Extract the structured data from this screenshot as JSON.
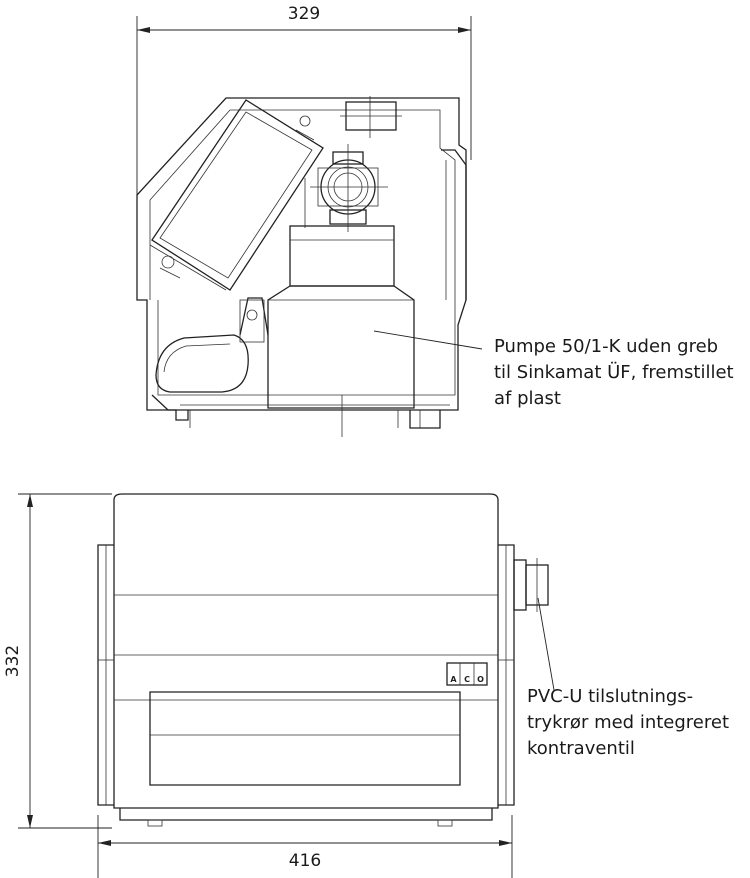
{
  "dimensions": {
    "top_width": "329",
    "bottom_width": "416",
    "side_height": "332"
  },
  "callouts": {
    "pump": [
      "Pumpe 50/1-K uden greb",
      "til Sinkamat ÜF, fremstillet",
      "af plast"
    ],
    "pipe": [
      "PVC-U tilslutnings-",
      "trykrør med integreret",
      "kontraventil"
    ]
  },
  "logo": {
    "text": "ACO"
  }
}
